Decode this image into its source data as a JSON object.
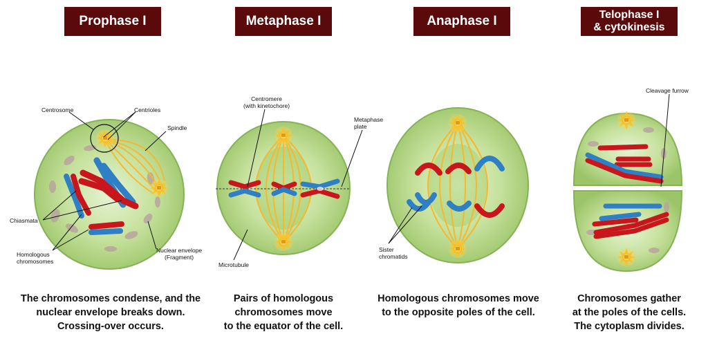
{
  "colors": {
    "title_bg": "#5a0a0a",
    "cell_fill": "#a9cd76",
    "cell_edge": "#7faa4c",
    "chromosome_red": "#c8161d",
    "chromosome_blue": "#2f7fc4",
    "spindle": "#f5b82e",
    "nucleus_fragment": "#b9a8a0"
  },
  "phases": [
    {
      "title": "Prophase I",
      "caption": "The chromosomes condense, and the\nnuclear envelope breaks down.\nCrossing-over occurs."
    },
    {
      "title": "Metaphase I",
      "caption": "Pairs of homologous\nchromosomes move\nto the equator of the cell."
    },
    {
      "title": "Anaphase I",
      "caption": "Homologous chromosomes move\nto the opposite poles of the cell."
    },
    {
      "title": "Telophase I\n& cytokinesis",
      "caption": "Chromosomes gather\nat the poles of the cells.\nThe cytoplasm divides."
    }
  ],
  "labels": {
    "centrosome": "Centrosome",
    "centrioles": "Centrioles",
    "spindle": "Spindle",
    "chiasmata": "Chiasmata",
    "homologous_chromosomes": "Homologous\nchromosomes",
    "nuclear_envelope": "Nuclear envelope\n(Fragment)",
    "centromere": "Centromere\n(with kinetochore)",
    "metaphase_plate": "Metaphase\nplate",
    "microtubule": "Microtubule",
    "sister_chromatids": "Sister\nchromatids",
    "cleavage_furrow": "Cleavage furrow"
  }
}
